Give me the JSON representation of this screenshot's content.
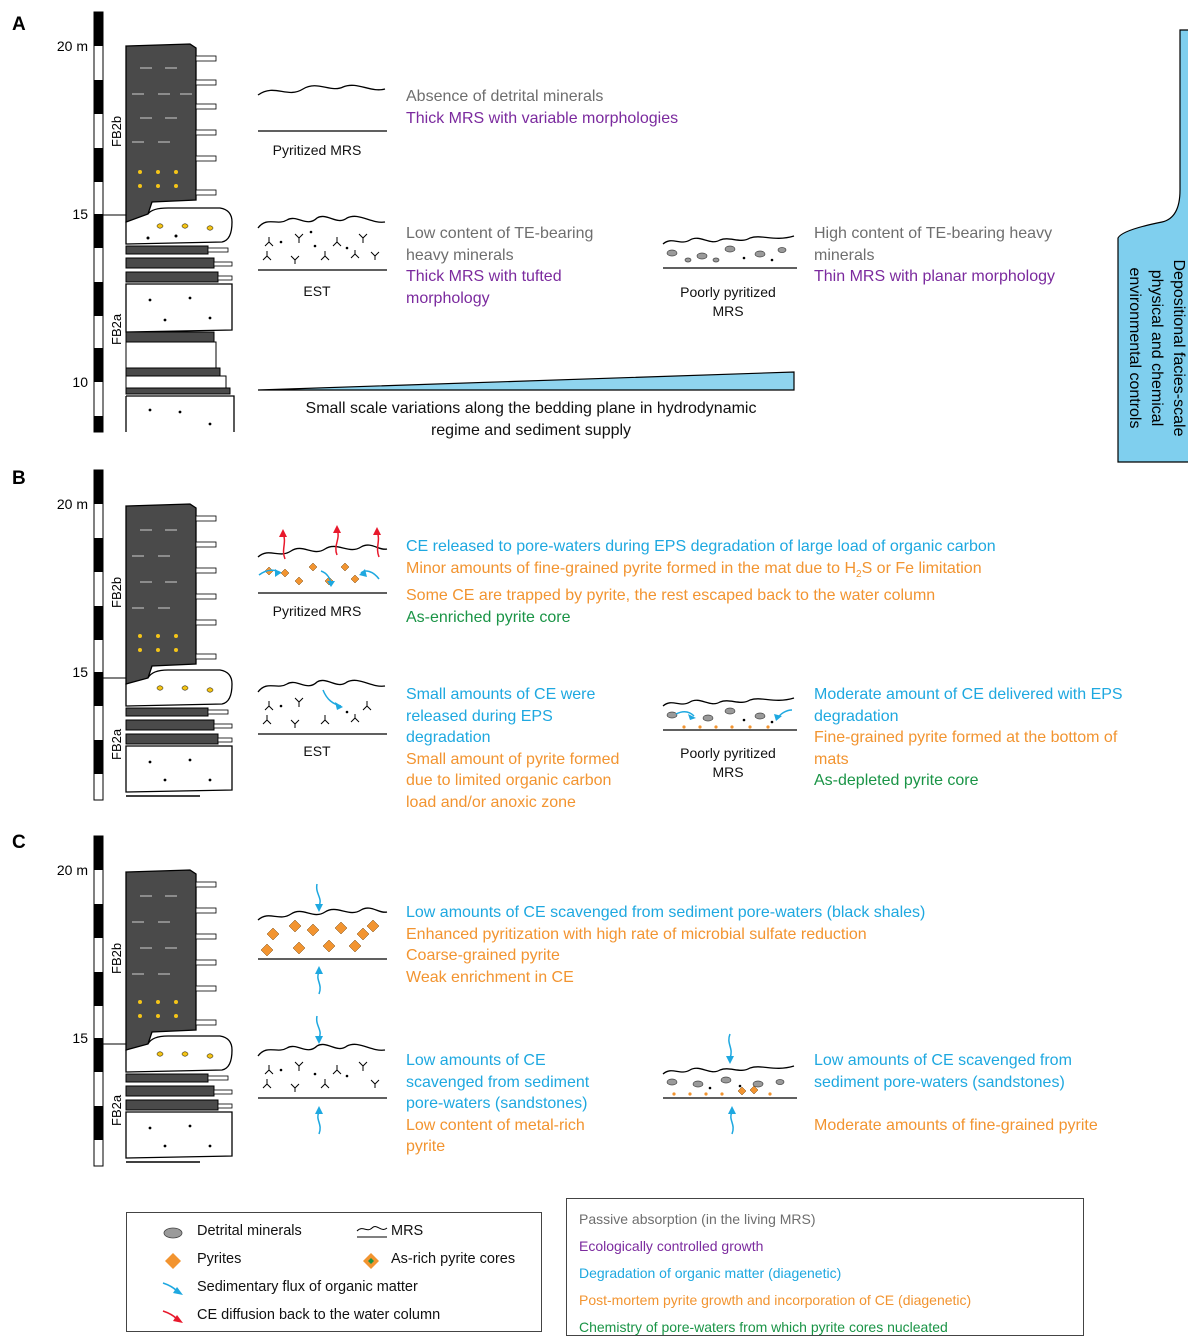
{
  "panels": [
    {
      "letter": "A",
      "tick_20": "20 m",
      "tick_15": "15",
      "tick_10": "10",
      "fm_upper": "FB2b",
      "fm_lower": "FB2a"
    },
    {
      "letter": "B",
      "tick_20": "20 m",
      "tick_15": "15",
      "fm_upper": "FB2b",
      "fm_lower": "FB2a"
    },
    {
      "letter": "C",
      "tick_20": "20 m",
      "tick_15": "15",
      "fm_upper": "FB2b",
      "fm_lower": "FB2a"
    }
  ],
  "panel_a": {
    "pyritized_label": "Pyritized MRS",
    "pyritized_gray": "Absence of detrital minerals",
    "pyritized_purple": "Thick MRS with variable morphologies",
    "est_label": "EST",
    "est_gray_1": "Low content of TE-bearing",
    "est_gray_2": "heavy minerals",
    "est_purple_1": "Thick MRS with tufted",
    "est_purple_2": "morphology",
    "poor_label_1": "Poorly pyritized",
    "poor_label_2": "MRS",
    "poor_gray_1": "High content of TE-bearing heavy",
    "poor_gray_2": "minerals",
    "poor_purple": "Thin MRS with planar morphology",
    "wedge_text_1": "Small scale variations along the bedding plane in hydrodynamic",
    "wedge_text_2": "regime and sediment supply",
    "side_text_1": "Depositional facies-scale",
    "side_text_2": "physical and chemical",
    "side_text_3": "environmental controls"
  },
  "panel_b": {
    "pyritized_label": "Pyritized MRS",
    "pyr_blue": "CE released to pore-waters during EPS degradation of large load of organic carbon",
    "pyr_orange_1a": "Minor amounts of fine-grained pyrite formed in the mat due to H",
    "pyr_orange_1sub": "2",
    "pyr_orange_1b": "S or Fe limitation",
    "pyr_orange_2": "Some CE are trapped by pyrite, the rest escaped back to the water column",
    "pyr_green": "As-enriched pyrite core",
    "est_label": "EST",
    "est_blue_1": "Small amounts of CE were",
    "est_blue_2": "released during EPS",
    "est_blue_3": "degradation",
    "est_orange_1": "Small amount of pyrite formed",
    "est_orange_2": "due to limited organic carbon",
    "est_orange_3": "load and/or anoxic zone",
    "poor_label_1": "Poorly pyritized",
    "poor_label_2": "MRS",
    "poor_blue_1": "Moderate amount of CE delivered with EPS",
    "poor_blue_2": "degradation",
    "poor_orange_1": "Fine-grained pyrite formed at the bottom of",
    "poor_orange_2": "mats",
    "poor_green": "As-depleted pyrite core"
  },
  "panel_c": {
    "pyr_blue": "Low amounts of CE scavenged from sediment pore-waters (black shales)",
    "pyr_orange_1": "Enhanced pyritization with high rate of microbial sulfate reduction",
    "pyr_orange_2": "Coarse-grained pyrite",
    "pyr_orange_3": "Weak enrichment in CE",
    "est_blue_1": "Low amounts of CE",
    "est_blue_2": "scavenged from sediment",
    "est_blue_3": "pore-waters (sandstones)",
    "est_orange_1": "Low content of metal-rich",
    "est_orange_2": "pyrite",
    "poor_blue_1": "Low amounts of CE scavenged from",
    "poor_blue_2": "sediment pore-waters (sandstones)",
    "poor_orange": "Moderate amounts of fine-grained pyrite"
  },
  "legend": {
    "detrital": "Detrital minerals",
    "mrs": "MRS",
    "pyrites": "Pyrites",
    "as_rich": "As-rich pyrite cores",
    "sed_flux": "Sedimentary flux of organic matter",
    "ce_diffusion": "CE diffusion back to the water column"
  },
  "legend_colors": {
    "passive": "Passive absorption (in the living MRS)",
    "ecological": "Ecologically controlled growth",
    "degradation": "Degradation of organic matter (diagenetic)",
    "postmortem": "Post-mortem pyrite growth and incorporation of CE (diagenetic)",
    "chemistry": "Chemistry of pore-waters from which pyrite cores nucleated"
  },
  "colors": {
    "gray_text": "#6e6e6e",
    "purple_text": "#7b2a9e",
    "blue_text": "#1ea8e0",
    "orange_text": "#f29430",
    "green_text": "#1a9446",
    "wedge_fill": "#8fd4ee",
    "side_box_fill": "#7fcfee",
    "shale_fill": "#4a4a4a",
    "pyrite_fill": "#f29430",
    "red_arrow": "#e8192c"
  }
}
